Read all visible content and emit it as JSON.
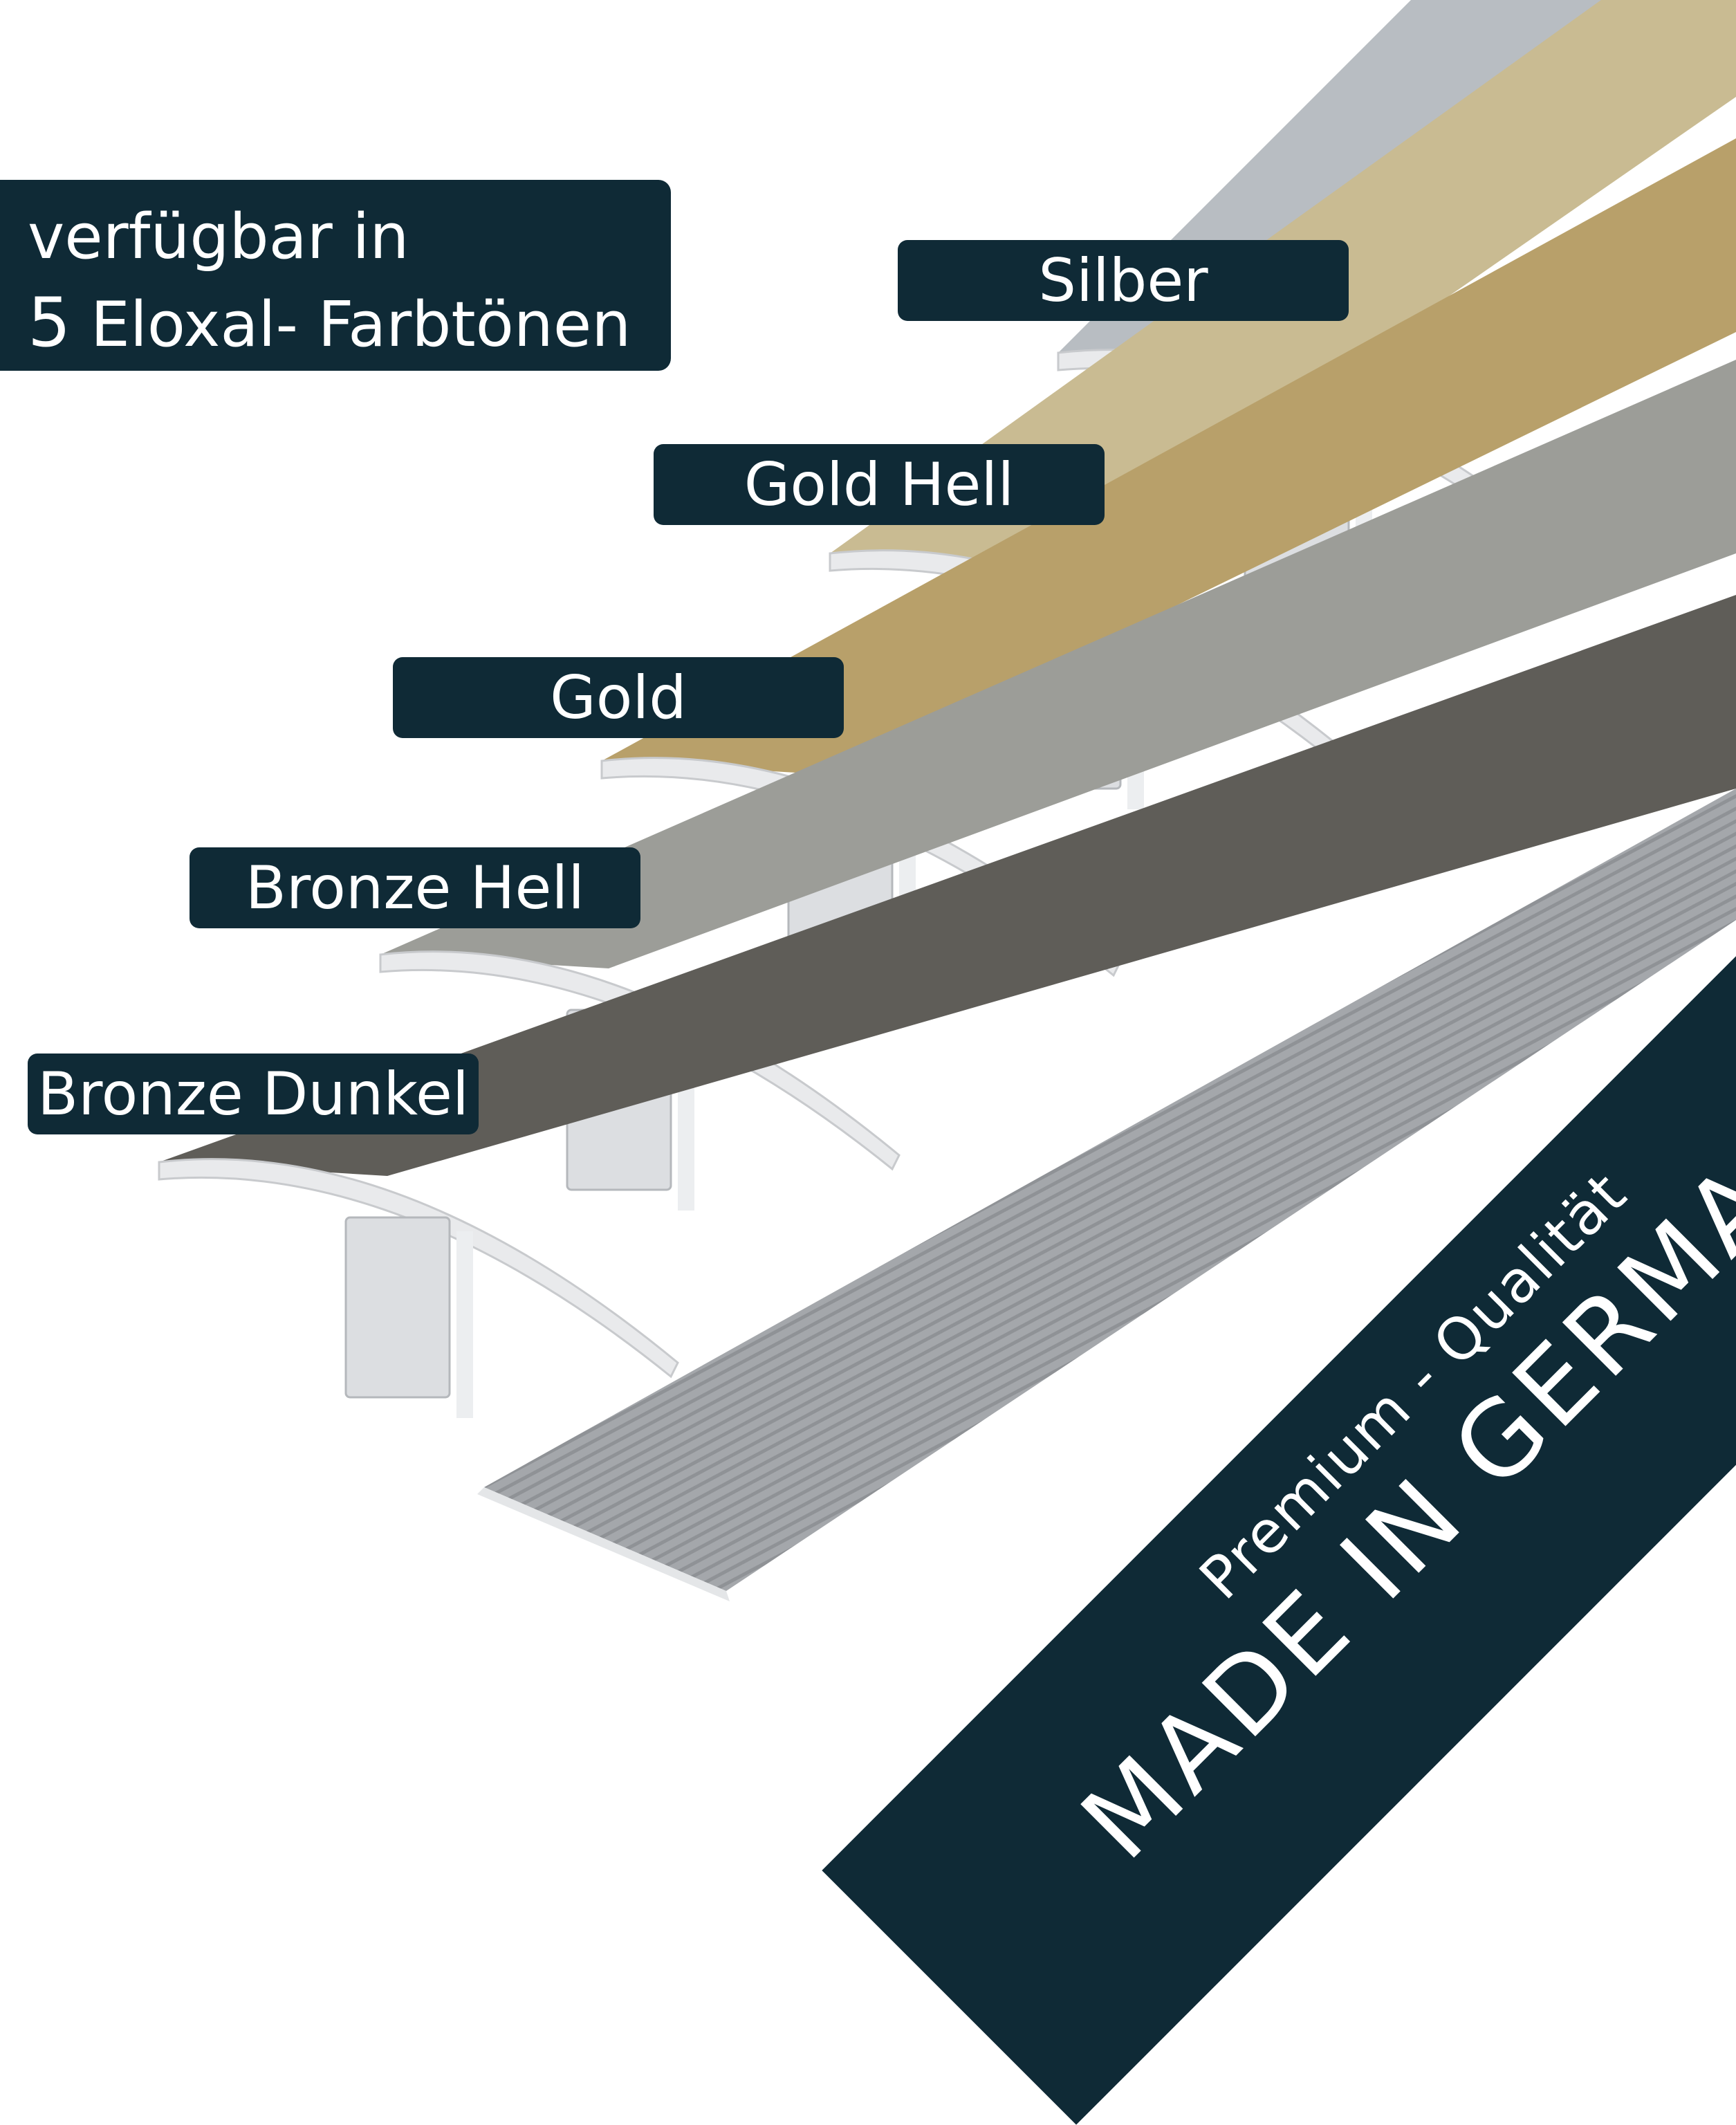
{
  "intro": {
    "line1": "verfügbar in",
    "count": "5",
    "line2_rest": "Eloxal- Farbtönen"
  },
  "variants": [
    {
      "label": "Silber",
      "color": "#b8bdc2"
    },
    {
      "label": "Gold Hell",
      "color": "#c9bb92"
    },
    {
      "label": "Gold",
      "color": "#b8a06a"
    },
    {
      "label": "Bronze Hell",
      "color": "#9c9d98"
    },
    {
      "label": "Bronze Dunkel",
      "color": "#5f5d58"
    }
  ],
  "banner": {
    "line1": "Premium - Qualität",
    "line2": "MADE IN GERMANY"
  },
  "colors": {
    "label_bg": "#0f2a36",
    "label_text": "#ffffff",
    "base_profile": "#a8aaad"
  }
}
